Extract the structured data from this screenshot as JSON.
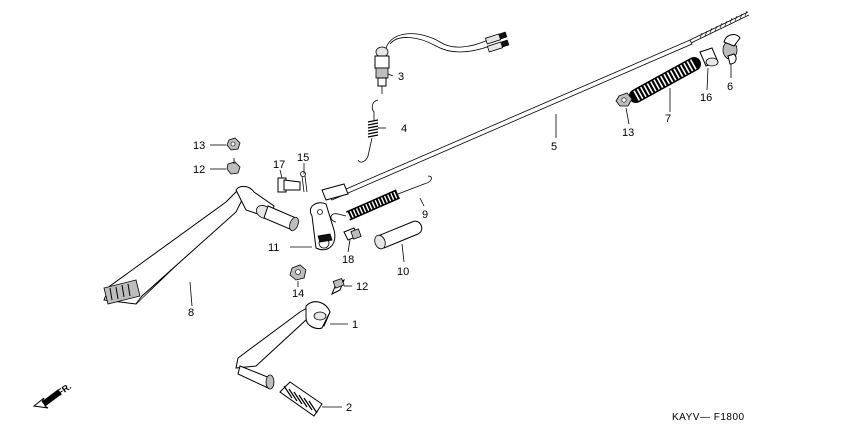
{
  "diagram": {
    "callouts": [
      {
        "id": "1",
        "label": "1"
      },
      {
        "id": "2",
        "label": "2"
      },
      {
        "id": "3",
        "label": "3"
      },
      {
        "id": "4",
        "label": "4"
      },
      {
        "id": "5",
        "label": "5"
      },
      {
        "id": "6",
        "label": "6"
      },
      {
        "id": "7",
        "label": "7"
      },
      {
        "id": "8",
        "label": "8"
      },
      {
        "id": "9",
        "label": "9"
      },
      {
        "id": "10",
        "label": "10"
      },
      {
        "id": "11",
        "label": "11"
      },
      {
        "id": "12a",
        "label": "12"
      },
      {
        "id": "12b",
        "label": "12"
      },
      {
        "id": "13a",
        "label": "13"
      },
      {
        "id": "13b",
        "label": "13"
      },
      {
        "id": "14",
        "label": "14"
      },
      {
        "id": "15",
        "label": "15"
      },
      {
        "id": "16",
        "label": "16"
      },
      {
        "id": "17",
        "label": "17"
      },
      {
        "id": "18",
        "label": "18"
      }
    ],
    "direction_label": "FR.",
    "figure_code": "KAYV— F1800"
  }
}
